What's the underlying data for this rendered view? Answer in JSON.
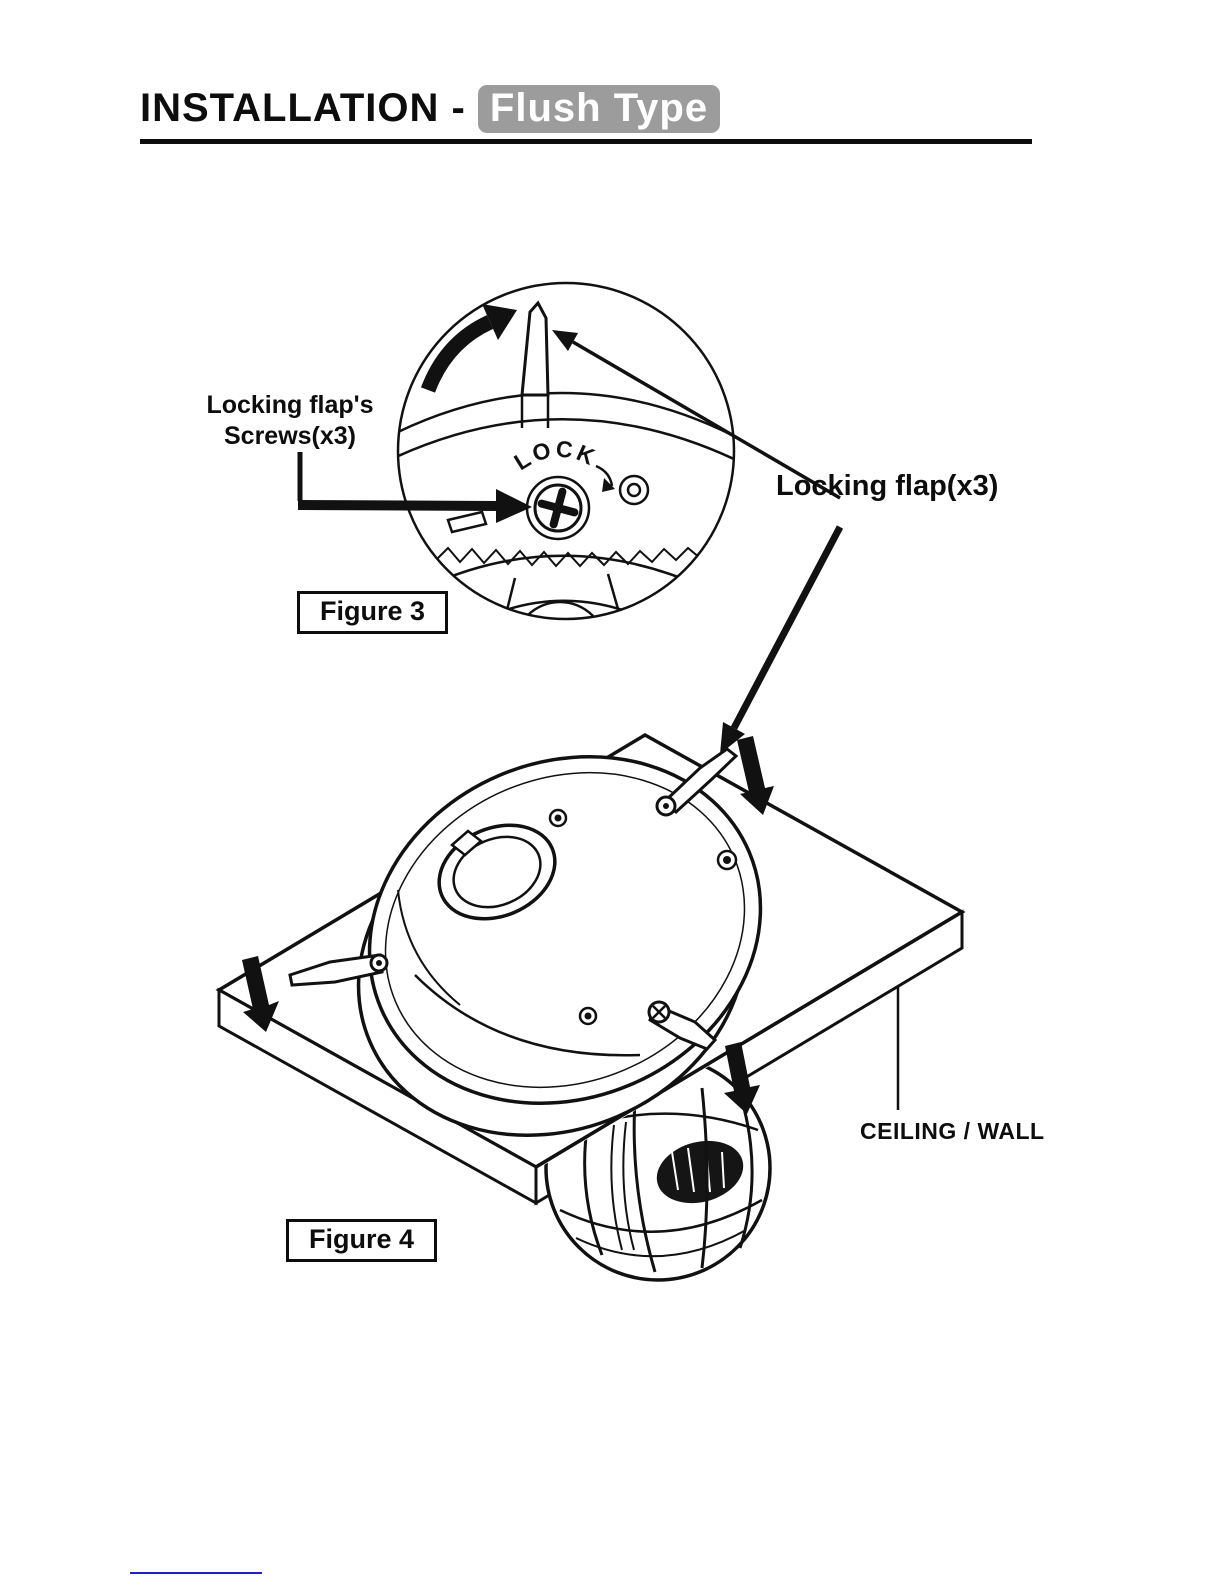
{
  "header": {
    "title_prefix": "INSTALLATION - ",
    "title_highlight": "Flush Type"
  },
  "figure3": {
    "caption": "Figure 3",
    "screws_label_line1": "Locking flap's",
    "screws_label_line2": "Screws(x3)",
    "lock_engraving": "LOCK"
  },
  "figure4": {
    "caption": "Figure 4",
    "ceiling_label": "CEILING / WALL"
  },
  "annotations": {
    "locking_flap": "Locking flap(x3)"
  },
  "colors": {
    "ink": "#111111",
    "highlight_bg": "#9c9c9c",
    "highlight_text": "#ffffff",
    "footer_link_line": "#2020d0"
  }
}
